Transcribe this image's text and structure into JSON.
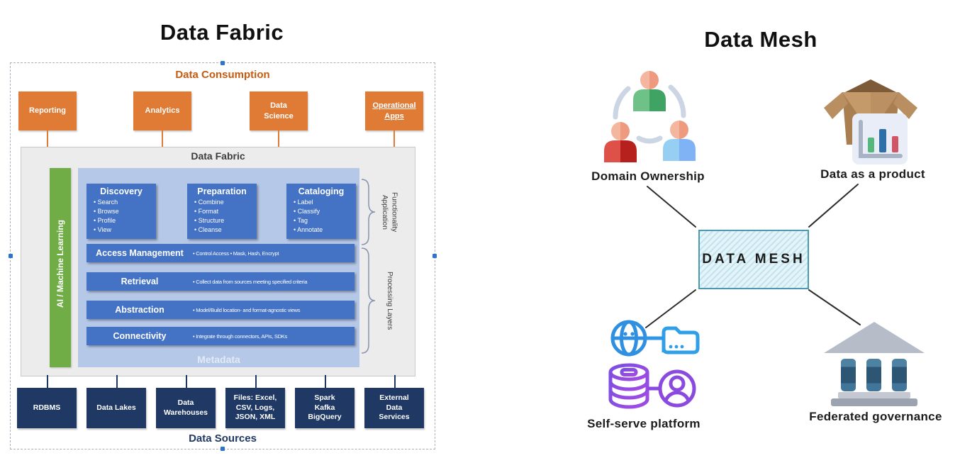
{
  "left": {
    "title": "Data Fabric",
    "consumption_label": "Data Consumption",
    "consumption_boxes": [
      "Reporting",
      "Analytics",
      "Data\nScience",
      "Operational\nApps"
    ],
    "fabric_label": "Data Fabric",
    "ai_bar_label": "AI / Machine Learning",
    "function_boxes": [
      {
        "title": "Discovery",
        "items": [
          "Search",
          "Browse",
          "Profile",
          "View"
        ]
      },
      {
        "title": "Preparation",
        "items": [
          "Combine",
          "Format",
          "Structure",
          "Cleanse"
        ]
      },
      {
        "title": "Cataloging",
        "items": [
          "Label",
          "Classify",
          "Tag",
          "Annotate"
        ]
      }
    ],
    "layer_rows": [
      {
        "title": "Access Management",
        "desc": "• Control Access   • Mask, Hash, Encrypt"
      },
      {
        "title": "Retrieval",
        "desc": "• Collect data from sources meeting specified criteria"
      },
      {
        "title": "Abstraction",
        "desc": "• Model/Build location- and format-agnostic views"
      },
      {
        "title": "Connectivity",
        "desc": "• Integrate through connectors, APIs, SDKs"
      }
    ],
    "metadata_label": "Metadata",
    "side_labels": [
      "Application\nFunctionality",
      "Processing Layers"
    ],
    "source_boxes": [
      "RDBMS",
      "Data Lakes",
      "Data\nWarehouses",
      "Files: Excel,\nCSV, Logs,\nJSON, XML",
      "Spark\nKafka\nBigQuery",
      "External\nData\nServices"
    ],
    "sources_label": "Data Sources"
  },
  "right": {
    "title": "Data Mesh",
    "center_label": "DATA MESH",
    "nodes": [
      {
        "label": "Domain Ownership",
        "icon": "team-network-icon"
      },
      {
        "label": "Data as a product",
        "icon": "package-chart-icon"
      },
      {
        "label": "Self-serve platform",
        "icon": "platform-globe-database-icon"
      },
      {
        "label": "Federated governance",
        "icon": "governance-bank-icon"
      }
    ]
  },
  "colors": {
    "accent_orange": "#E07B35",
    "orange_text": "#C55A11",
    "navy": "#1F3864",
    "mid_blue": "#4472C4",
    "light_blue_panel": "#B6C8E8",
    "green": "#71AD47",
    "panel_gray": "#ECECEC",
    "mesh_box_fill": "#D7EEF4",
    "mesh_box_border": "#4A99B0"
  }
}
